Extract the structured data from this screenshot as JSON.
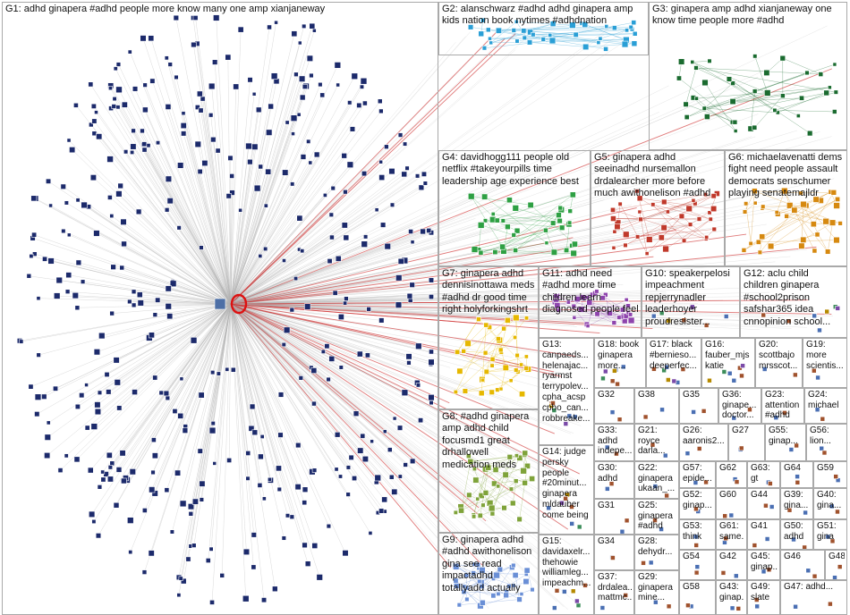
{
  "groups": [
    {
      "id": "G1",
      "label": "G1: adhd ginapera #adhd people more know many one amp xianjaneway"
    },
    {
      "id": "G2",
      "label": "G2: alanschwarz #adhd adhd ginapera amp kids nation book nytimes #adhdnation"
    },
    {
      "id": "G3",
      "label": "G3: ginapera amp adhd xianjaneway one know time people more #adhd"
    },
    {
      "id": "G4",
      "label": "G4: davidhogg111 people old netflix #takeyourpills time leadership age experience best"
    },
    {
      "id": "G5",
      "label": "G5: ginapera adhd seeinadhd nursemallon drdalearcher more before much awithonelison #adhd"
    },
    {
      "id": "G6",
      "label": "G6: michaelavenatti dems fight need people assault democrats senschumer playing senatemajldr"
    },
    {
      "id": "G7",
      "label": "G7: ginapera adhd dennisinottawa meds #adhd dr good time right holyforkingshrt"
    },
    {
      "id": "G11",
      "label": "G11: adhd need #adhd more time children learn diagnosed people feel"
    },
    {
      "id": "G10",
      "label": "G10: speakerpelosi impeachment repjerrynadler leaderhoyer proudresister..."
    },
    {
      "id": "G12",
      "label": "G12: aclu child children ginapera #school2prison safshar365 idea cnnopinion school..."
    },
    {
      "id": "G8",
      "label": "G8: #adhd ginapera amp adhd child focusmd1 great drhallowell medication meds"
    },
    {
      "id": "G13",
      "label": "G13: canpaeds... helenajac... ryarmst terrypolev... cpha_acsp cpho_can... robbreake..."
    },
    {
      "id": "G18",
      "label": "G18: book ginapera more..."
    },
    {
      "id": "G17",
      "label": "G17: black #bernieso... deeperfec..."
    },
    {
      "id": "G16",
      "label": "G16: fauber_mjs katie"
    },
    {
      "id": "G20",
      "label": "G20: scottbajo mrsscot..."
    },
    {
      "id": "G19",
      "label": "G19: more scientis..."
    },
    {
      "id": "G14",
      "label": "G14: judge persky people #20minut... ginapera mldauber come being"
    },
    {
      "id": "G32",
      "label": "G32"
    },
    {
      "id": "G38",
      "label": "G38"
    },
    {
      "id": "G35",
      "label": "G35"
    },
    {
      "id": "G36",
      "label": "G36: ginape... doctor..."
    },
    {
      "id": "G23",
      "label": "G23: attention #adhd"
    },
    {
      "id": "G24",
      "label": "G24: michael"
    },
    {
      "id": "G33",
      "label": "G33: adhd indepe..."
    },
    {
      "id": "G21",
      "label": "G21: royce darla..."
    },
    {
      "id": "G26",
      "label": "G26: aaronis2..."
    },
    {
      "id": "G27",
      "label": "G27"
    },
    {
      "id": "G55",
      "label": "G55: ginap..."
    },
    {
      "id": "G56",
      "label": "G56: lion..."
    },
    {
      "id": "G30",
      "label": "G30: adhd"
    },
    {
      "id": "G22",
      "label": "G22: ginapera ukaan_..."
    },
    {
      "id": "G57",
      "label": "G57: epide..."
    },
    {
      "id": "G62",
      "label": "G62"
    },
    {
      "id": "G63",
      "label": "G63: gt"
    },
    {
      "id": "G64",
      "label": "G64"
    },
    {
      "id": "G59",
      "label": "G59"
    },
    {
      "id": "G31",
      "label": "G31"
    },
    {
      "id": "G25",
      "label": "G25: ginapera #adhd"
    },
    {
      "id": "G52",
      "label": "G52: ginap..."
    },
    {
      "id": "G60",
      "label": "G60"
    },
    {
      "id": "G44",
      "label": "G44"
    },
    {
      "id": "G39",
      "label": "G39: gina..."
    },
    {
      "id": "G40",
      "label": "G40: gina..."
    },
    {
      "id": "G9",
      "label": "G9: ginapera adhd #adhd awithonelison gina see read impactadhd totallyadd actually"
    },
    {
      "id": "G15",
      "label": "G15: davidaxelr... thehowie williamleg... impeachm..."
    },
    {
      "id": "G34",
      "label": "G34"
    },
    {
      "id": "G28",
      "label": "G28: dehydr..."
    },
    {
      "id": "G53",
      "label": "G53: think"
    },
    {
      "id": "G61",
      "label": "G61: same..."
    },
    {
      "id": "G41",
      "label": "G41"
    },
    {
      "id": "G50",
      "label": "G50: adhd"
    },
    {
      "id": "G51",
      "label": "G51: gina"
    },
    {
      "id": "G37",
      "label": "G37: drdalea... mattmc..."
    },
    {
      "id": "G29",
      "label": "G29: ginapera mine..."
    },
    {
      "id": "G54",
      "label": "G54"
    },
    {
      "id": "G42",
      "label": "G42"
    },
    {
      "id": "G45",
      "label": "G45: ginap..."
    },
    {
      "id": "G46",
      "label": "G46"
    },
    {
      "id": "G58",
      "label": "G58"
    },
    {
      "id": "G43",
      "label": "G43: ginap..."
    },
    {
      "id": "G49",
      "label": "G49: slate"
    },
    {
      "id": "G47",
      "label": "G47: adhd..."
    },
    {
      "id": "G48",
      "label": "G48"
    }
  ],
  "colors": {
    "background": "#ffffff",
    "group_border": "#a9a9a9",
    "edge": "#b4b4b4",
    "edge_highlight": "#cc2222",
    "hub_loop": "#dd1111",
    "g1_node": "#1c2a6b",
    "g2_node": "#2a9fd6",
    "g3_node": "#1a6b2f",
    "g4_node": "#2ea043",
    "g5_node": "#c0392b",
    "g6_node": "#d68910",
    "g7_node": "#e6b800",
    "g8_node": "#7fa33a",
    "g9_node": "#6a8fd6",
    "g11_node": "#8e44ad"
  }
}
